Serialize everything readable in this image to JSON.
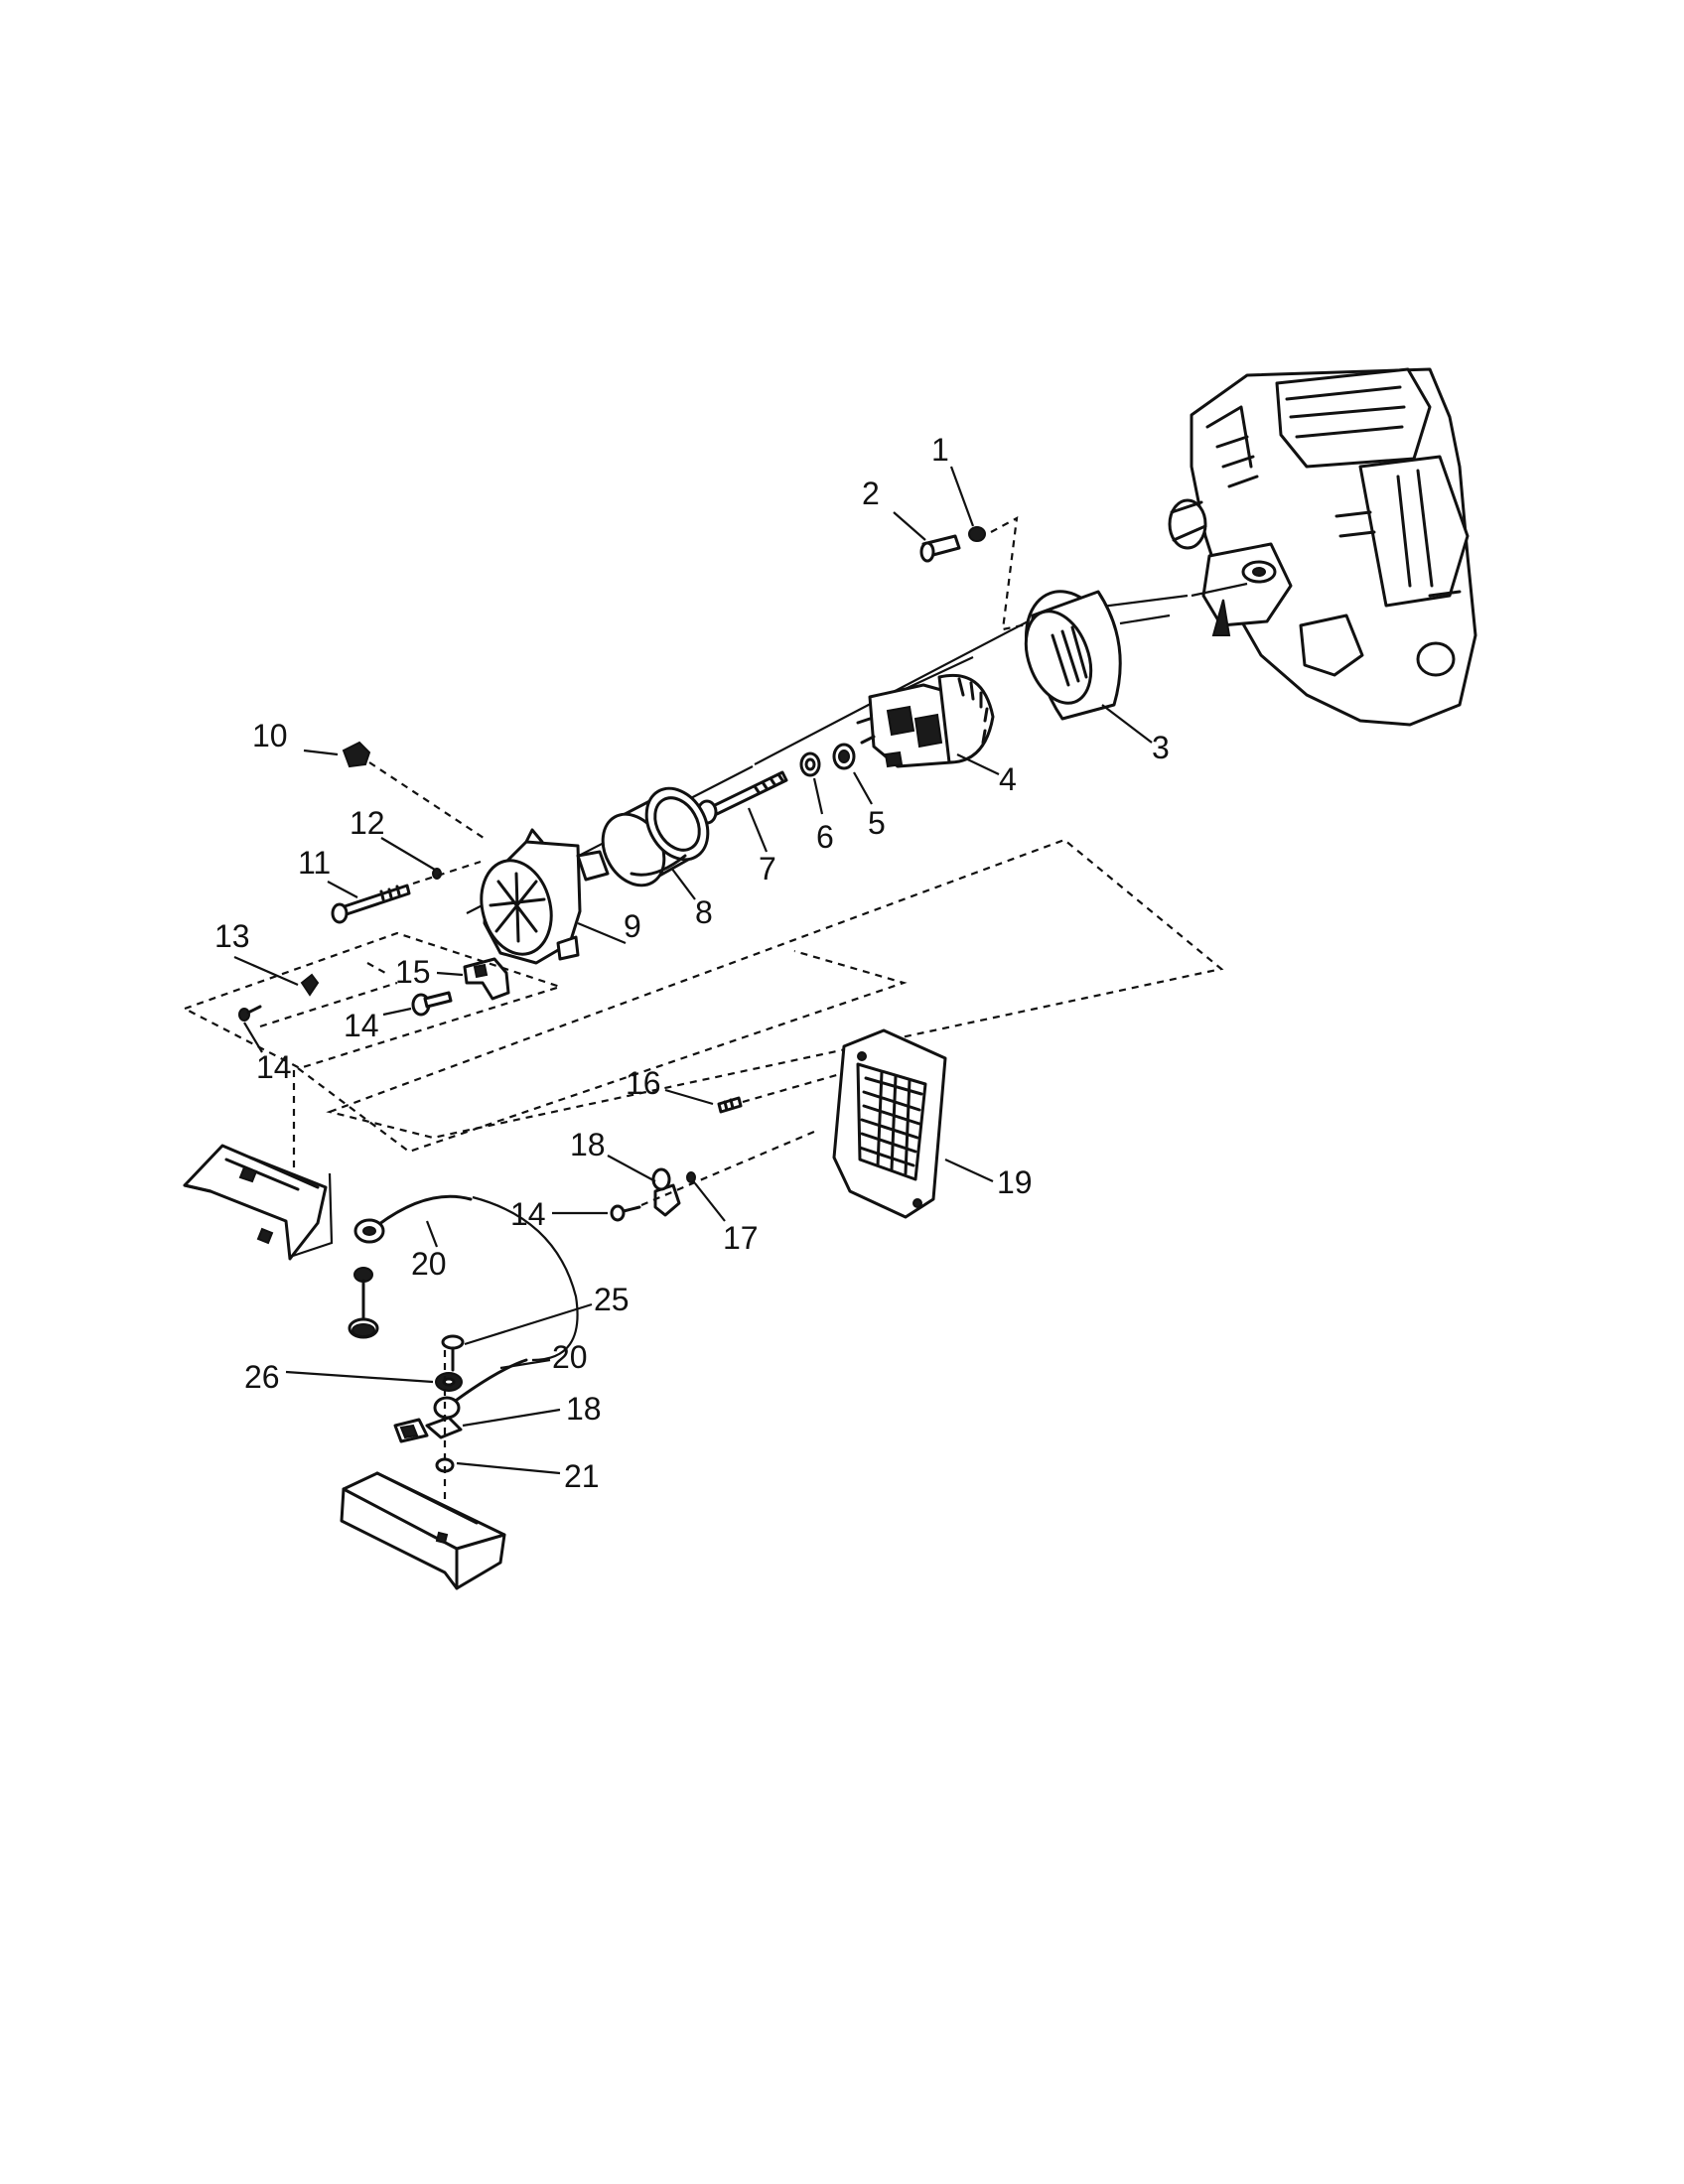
{
  "diagram": {
    "callouts": [
      {
        "key": "c1",
        "text": "1"
      },
      {
        "key": "c2",
        "text": "2"
      },
      {
        "key": "c3",
        "text": "3"
      },
      {
        "key": "c4",
        "text": "4"
      },
      {
        "key": "c5",
        "text": "5"
      },
      {
        "key": "c6",
        "text": "6"
      },
      {
        "key": "c7",
        "text": "7"
      },
      {
        "key": "c8",
        "text": "8"
      },
      {
        "key": "c9",
        "text": "9"
      },
      {
        "key": "c10",
        "text": "10"
      },
      {
        "key": "c11",
        "text": "11"
      },
      {
        "key": "c12",
        "text": "12"
      },
      {
        "key": "c13",
        "text": "13"
      },
      {
        "key": "c14a",
        "text": "14"
      },
      {
        "key": "c14b",
        "text": "14"
      },
      {
        "key": "c14c",
        "text": "14"
      },
      {
        "key": "c15",
        "text": "15"
      },
      {
        "key": "c16",
        "text": "16"
      },
      {
        "key": "c17",
        "text": "17"
      },
      {
        "key": "c18a",
        "text": "18"
      },
      {
        "key": "c18b",
        "text": "18"
      },
      {
        "key": "c19",
        "text": "19"
      },
      {
        "key": "c20a",
        "text": "20"
      },
      {
        "key": "c20b",
        "text": "20"
      },
      {
        "key": "c21",
        "text": "21"
      },
      {
        "key": "c25",
        "text": "25"
      },
      {
        "key": "c26",
        "text": "26"
      }
    ]
  }
}
